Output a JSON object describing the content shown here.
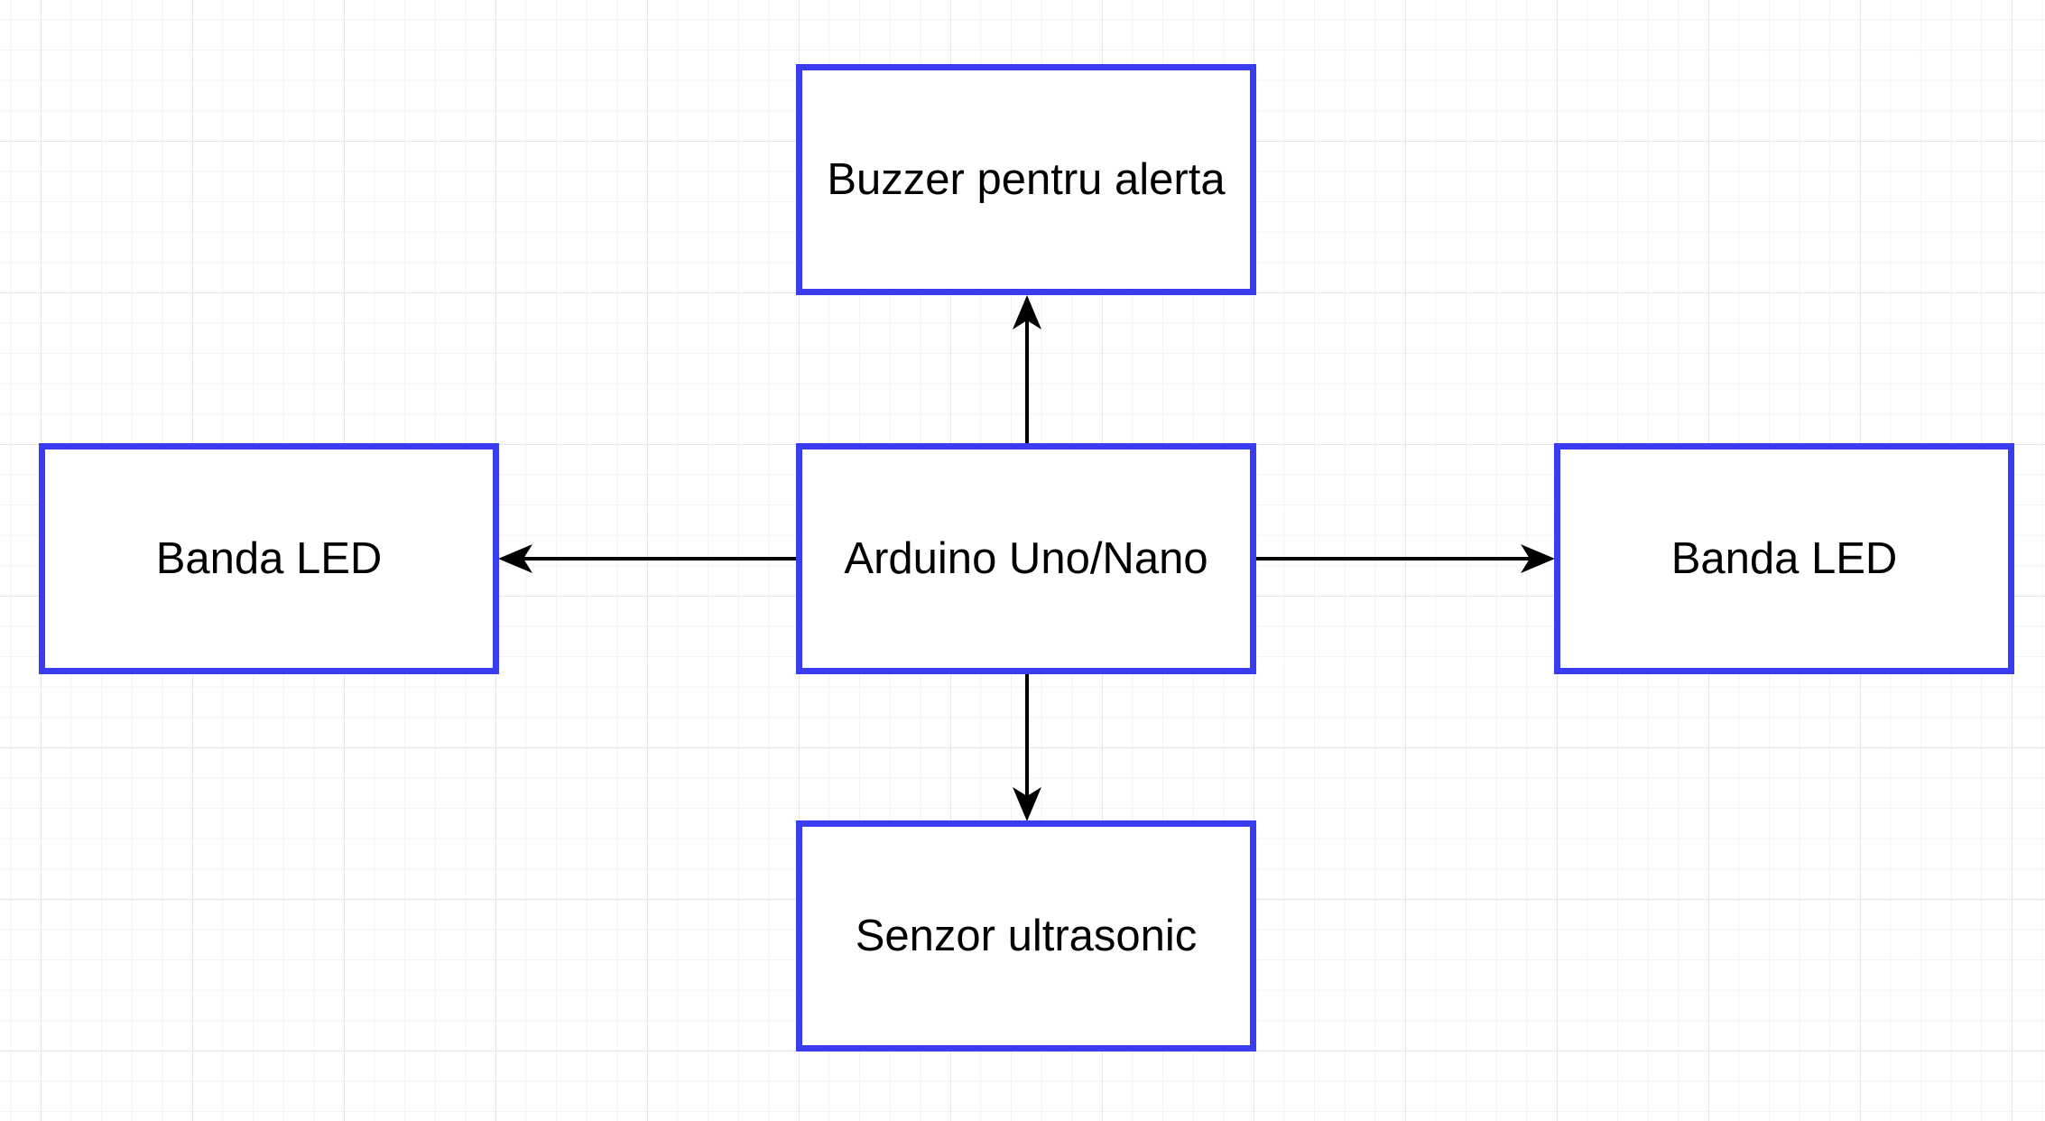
{
  "diagram": {
    "nodes": {
      "buzzer": {
        "label": "Buzzer pentru alerta"
      },
      "arduino": {
        "label": "Arduino Uno/Nano"
      },
      "led_left": {
        "label": "Banda LED"
      },
      "led_right": {
        "label": "Banda LED"
      },
      "sensor": {
        "label": "Senzor ultrasonic"
      }
    },
    "edges": [
      {
        "from": "arduino",
        "to": "buzzer"
      },
      {
        "from": "arduino",
        "to": "led_left"
      },
      {
        "from": "arduino",
        "to": "led_right"
      },
      {
        "from": "arduino",
        "to": "sensor"
      }
    ],
    "colors": {
      "node_border": "#3a3cf0",
      "arrow": "#000000",
      "grid": "#e6e6e6"
    }
  }
}
